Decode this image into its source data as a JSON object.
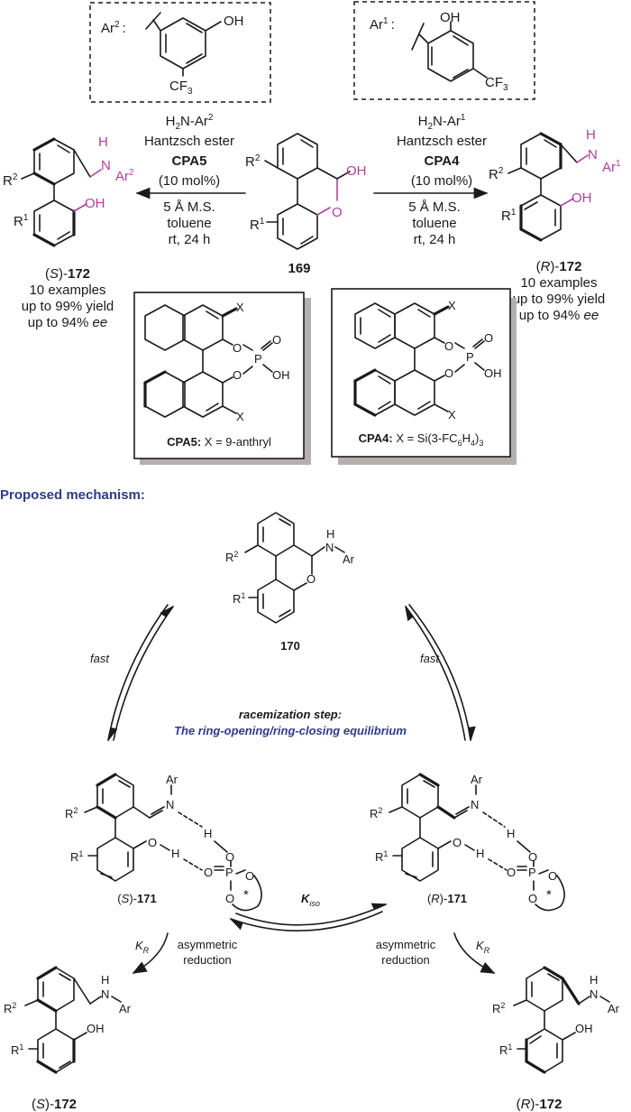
{
  "top_scheme": {
    "ar2_box": {
      "label": "Ar",
      "sup": "2",
      "colon": ":",
      "oh": "OH",
      "cf3": "CF",
      "cf3_sub": "3"
    },
    "ar1_box": {
      "label": "Ar",
      "sup": "1",
      "colon": ":",
      "oh": "OH",
      "cf3": "CF",
      "cf3_sub": "3"
    },
    "left_conditions": {
      "amine": "H",
      "amine_sub": "2",
      "amine_rest": "N-Ar",
      "amine_sup": "2",
      "reductant": "Hantzsch ester",
      "catalyst": "CPA5",
      "loading": "(10 mol%)",
      "additive": "5 Å M.S.",
      "solvent": "toluene",
      "temp_time": "rt, 24 h"
    },
    "right_conditions": {
      "amine": "H",
      "amine_sub": "2",
      "amine_rest": "N-Ar",
      "amine_sup": "1",
      "reductant": "Hantzsch ester",
      "catalyst": "CPA4",
      "loading": "(10 mol%)",
      "additive": "5 Å M.S.",
      "solvent": "toluene",
      "temp_time": "rt, 24 h"
    },
    "substrate": {
      "id": "169",
      "oh": "OH",
      "o": "O",
      "r1": "R",
      "r1_sup": "1",
      "r2": "R",
      "r2_sup": "2"
    },
    "left_product": {
      "config": "S",
      "id": "172",
      "examples": "10 examples",
      "yield": "up to 99% yield",
      "ee_prefix": "up to 94% ",
      "ee": "ee",
      "nh_h": "H",
      "nh_n": "N",
      "ar": "Ar",
      "ar_sup": "2",
      "oh": "OH",
      "r1": "R",
      "r1_sup": "1",
      "r2": "R",
      "r2_sup": "2"
    },
    "right_product": {
      "config": "R",
      "id": "172",
      "examples": "10 examples",
      "yield": "up to 99% yield",
      "ee_prefix": "up to 94% ",
      "ee": "ee",
      "nh_h": "H",
      "nh_n": "N",
      "ar": "Ar",
      "ar_sup": "1",
      "oh": "OH",
      "r1": "R",
      "r1_sup": "1",
      "r2": "R",
      "r2_sup": "2"
    },
    "cpa5": {
      "name": "CPA5:",
      "desc": "X = 9-anthryl",
      "x": "X",
      "o": "O",
      "p": "P",
      "oh": "OH"
    },
    "cpa4": {
      "name": "CPA4:",
      "desc_pre": "X = Si(3-FC",
      "sub6": "6",
      "h": "H",
      "sub4": "4",
      "close": ")",
      "sub3": "3",
      "x": "X",
      "o": "O",
      "p": "P",
      "oh": "OH"
    }
  },
  "mechanism": {
    "heading": "Proposed mechanism:",
    "intermediate_170": {
      "id": "170",
      "h": "H",
      "n": "N",
      "ar": "Ar",
      "o": "O",
      "r1": "R",
      "r1_sup": "1",
      "r2": "R",
      "r2_sup": "2"
    },
    "fast_left": "fast",
    "fast_right": "fast",
    "racemization_title": "racemization step:",
    "racemization_subtitle": "The ring-opening/ring-closing equilibrium",
    "s171": {
      "config": "S",
      "id": "171",
      "ar": "Ar",
      "n": "N",
      "h": "H",
      "o": "O",
      "p": "P",
      "star": "*",
      "r1": "R",
      "r1_sup": "1",
      "r2": "R",
      "r2_sup": "2"
    },
    "r171": {
      "config": "R",
      "id": "171",
      "ar": "Ar",
      "n": "N",
      "h": "H",
      "o": "O",
      "p": "P",
      "star": "*",
      "r1": "R",
      "r1_sup": "1",
      "r2": "R",
      "r2_sup": "2"
    },
    "kiso": "K",
    "kiso_sub": "iso",
    "kr": "K",
    "kr_sub": "R",
    "asym_line1": "asymmetric",
    "asym_line2": "reduction",
    "s172": {
      "config": "S",
      "id": "172",
      "h": "H",
      "n": "N",
      "ar": "Ar",
      "oh": "OH",
      "r1": "R",
      "r1_sup": "1",
      "r2": "R",
      "r2_sup": "2"
    },
    "r172": {
      "config": "R",
      "id": "172",
      "h": "H",
      "n": "N",
      "ar": "Ar",
      "oh": "OH",
      "r1": "R",
      "r1_sup": "1",
      "r2": "R",
      "r2_sup": "2"
    }
  },
  "colors": {
    "highlight": "#b0409c",
    "heading_blue": "#2e3a8c",
    "shadow": "#b5b0ae"
  }
}
